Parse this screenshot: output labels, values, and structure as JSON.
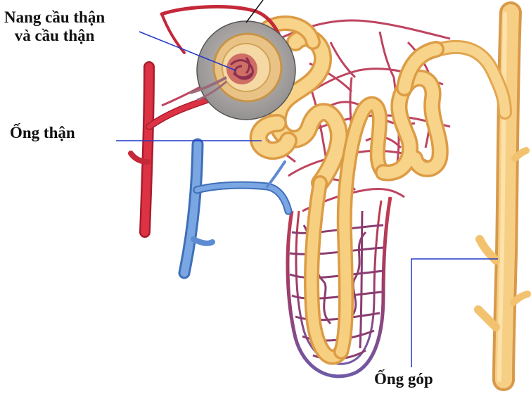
{
  "labels": {
    "glomerulus_line1": "Nang cầu thận",
    "glomerulus_line2": "và cầu thận",
    "tubule": "Ống thận",
    "collecting_duct": "Ống góp"
  },
  "colors": {
    "artery": "#d0293a",
    "vein": "#5b8ed6",
    "tubule": "#f3c46f",
    "capillary": "#b8304f",
    "leader_line": "#2238c8",
    "magnifier": "#a9a9a9"
  }
}
